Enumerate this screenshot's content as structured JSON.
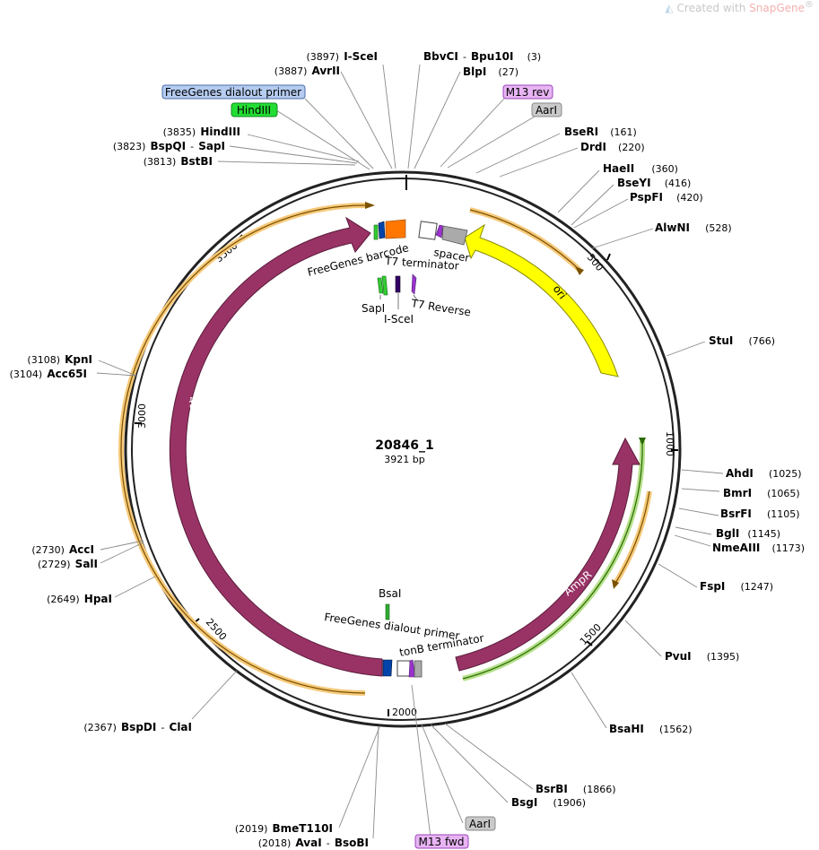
{
  "watermark": {
    "prefix": "Created with",
    "brand": "SnapGene",
    "mark": "®"
  },
  "plasmid": {
    "name": "20846_1",
    "size_label": "3921 bp",
    "length": 3921
  },
  "ruler_ticks": [
    {
      "pos": 500,
      "label": "500"
    },
    {
      "pos": 1000,
      "label": "1000"
    },
    {
      "pos": 1500,
      "label": "1500"
    },
    {
      "pos": 2000,
      "label": "2000"
    },
    {
      "pos": 2500,
      "label": "2500"
    },
    {
      "pos": 3000,
      "label": "3000"
    },
    {
      "pos": 3500,
      "label": "3500"
    }
  ],
  "enzyme_labels": [
    {
      "side": "right",
      "parts": [
        {
          "pos": "(3897)",
          "name": "I-SceI"
        }
      ]
    },
    {
      "side": "right",
      "parts": [
        {
          "pos": "(3887)",
          "name": "AvrII"
        }
      ]
    },
    {
      "side": "right",
      "parts": [
        {
          "pos": "(3835)",
          "name": "HindIII"
        }
      ]
    },
    {
      "side": "right",
      "parts": [
        {
          "pos": "(3823)",
          "name": "BspQI"
        },
        {
          "name": "SapI"
        }
      ]
    },
    {
      "side": "right",
      "parts": [
        {
          "pos": "(3813)",
          "name": "BstBI"
        }
      ]
    },
    {
      "side": "left",
      "parts": [
        {
          "name": "BbvCI"
        },
        {
          "name": "Bpu10I",
          "pos": "(3)"
        }
      ]
    },
    {
      "side": "left",
      "parts": [
        {
          "name": "BlpI",
          "pos": "(27)"
        }
      ]
    },
    {
      "side": "left",
      "parts": [
        {
          "name": "BseRI",
          "pos": "(161)"
        }
      ]
    },
    {
      "side": "left",
      "parts": [
        {
          "name": "DrdI",
          "pos": "(220)"
        }
      ]
    },
    {
      "side": "left",
      "parts": [
        {
          "name": "HaeII",
          "pos": "(360)"
        }
      ]
    },
    {
      "side": "left",
      "parts": [
        {
          "name": "BseYI",
          "pos": "(416)"
        }
      ]
    },
    {
      "side": "left",
      "parts": [
        {
          "name": "PspFI",
          "pos": "(420)"
        }
      ]
    },
    {
      "side": "left",
      "parts": [
        {
          "name": "AlwNI",
          "pos": "(528)"
        }
      ]
    },
    {
      "side": "left",
      "parts": [
        {
          "name": "StuI",
          "pos": "(766)"
        }
      ]
    },
    {
      "side": "left",
      "parts": [
        {
          "name": "AhdI",
          "pos": "(1025)"
        }
      ]
    },
    {
      "side": "left",
      "parts": [
        {
          "name": "BmrI",
          "pos": "(1065)"
        }
      ]
    },
    {
      "side": "left",
      "parts": [
        {
          "name": "BsrFI",
          "pos": "(1105)"
        }
      ]
    },
    {
      "side": "left",
      "parts": [
        {
          "name": "BglI",
          "pos": "(1145)"
        }
      ]
    },
    {
      "side": "left",
      "parts": [
        {
          "name": "NmeAIII",
          "pos": "(1173)"
        }
      ]
    },
    {
      "side": "left",
      "parts": [
        {
          "name": "FspI",
          "pos": "(1247)"
        }
      ]
    },
    {
      "side": "left",
      "parts": [
        {
          "name": "PvuI",
          "pos": "(1395)"
        }
      ]
    },
    {
      "side": "left",
      "parts": [
        {
          "name": "BsaHI",
          "pos": "(1562)"
        }
      ]
    },
    {
      "side": "left",
      "parts": [
        {
          "name": "BsrBI",
          "pos": "(1866)"
        }
      ]
    },
    {
      "side": "left",
      "parts": [
        {
          "name": "BsgI",
          "pos": "(1906)"
        }
      ]
    },
    {
      "side": "right",
      "parts": [
        {
          "pos": "(2019)",
          "name": "BmeT110I"
        }
      ]
    },
    {
      "side": "right",
      "parts": [
        {
          "pos": "(2018)",
          "name": "AvaI"
        },
        {
          "name": "BsoBI"
        }
      ]
    },
    {
      "side": "right",
      "parts": [
        {
          "pos": "(2367)",
          "name": "BspDI"
        },
        {
          "name": "ClaI"
        }
      ]
    },
    {
      "side": "right",
      "parts": [
        {
          "pos": "(2649)",
          "name": "HpaI"
        }
      ]
    },
    {
      "side": "right",
      "parts": [
        {
          "pos": "(2730)",
          "name": "AccI"
        }
      ]
    },
    {
      "side": "right",
      "parts": [
        {
          "pos": "(2729)",
          "name": "SalI"
        }
      ]
    },
    {
      "side": "right",
      "parts": [
        {
          "pos": "(3108)",
          "name": "KpnI"
        }
      ]
    },
    {
      "side": "right",
      "parts": [
        {
          "pos": "(3104)",
          "name": "Acc65I"
        }
      ]
    }
  ],
  "boxed_labels": [
    {
      "text": "FreeGenes dialout primer",
      "fill": "#b5ccf0",
      "stroke": "#4a6aa8"
    },
    {
      "text": "HindIII",
      "fill": "#22dd33",
      "stroke": "#118822"
    },
    {
      "text": "M13 rev",
      "fill": "#e8b4f4",
      "stroke": "#9a44b8"
    },
    {
      "text": "AarI",
      "fill": "#c9c9c9",
      "stroke": "#8a8a8a"
    },
    {
      "text": "AarI",
      "fill": "#c9c9c9",
      "stroke": "#8a8a8a"
    },
    {
      "text": "M13 fwd",
      "fill": "#e8b4f4",
      "stroke": "#9a44b8"
    }
  ],
  "feature_labels": [
    {
      "text": "FreeGenes barcode"
    },
    {
      "text": "T7 terminator"
    },
    {
      "text": "spacer"
    },
    {
      "text": "SapI"
    },
    {
      "text": "I-SceI"
    },
    {
      "text": "T7 Reverse"
    },
    {
      "text": "BsaI"
    },
    {
      "text": "FreeGenes dialout primer"
    },
    {
      "text": "tonB terminator"
    }
  ],
  "arc_features": [
    {
      "text": "ori",
      "fill": "#ffff00"
    },
    {
      "text": "AmpR",
      "fill": "#993366"
    },
    {
      "text": "4S-limonene synthase",
      "fill": "#993366"
    }
  ],
  "colors": {
    "rung_orange": "#f6c97a",
    "rung_green": "#b5e08a",
    "ring": "#222222"
  }
}
